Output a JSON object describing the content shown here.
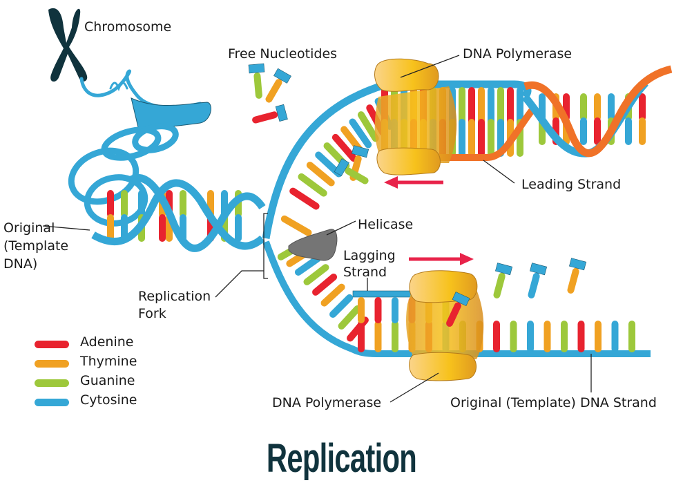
{
  "title": "Replication",
  "labels": {
    "chromosome": "Chromosome",
    "free_nucleotides": "Free Nucleotides",
    "dna_polymerase_top": "DNA Polymerase",
    "leading_strand": "Leading Strand",
    "original_template_dna": [
      "Original",
      "(Template",
      "DNA)"
    ],
    "helicase": "Helicase",
    "lagging_strand": [
      "Lagging",
      "Strand"
    ],
    "replication_fork": [
      "Replication",
      "Fork"
    ],
    "dna_polymerase_bottom": "DNA Polymerase",
    "original_template_strand": "Original (Template) DNA Strand"
  },
  "legend": [
    {
      "label": "Adenine",
      "color": "#e8232f"
    },
    {
      "label": "Thymine",
      "color": "#f0a122"
    },
    {
      "label": "Guanine",
      "color": "#9dc83b"
    },
    {
      "label": "Cytosine",
      "color": "#35a7d6"
    }
  ],
  "colors": {
    "backbone_blue": "#35a7d6",
    "new_strand_orange": "#f07228",
    "polymerase": "#f4b72a",
    "helicase": "#757575",
    "chromosome": "#10333d",
    "arrow": "#e8234a"
  },
  "lagging_template_bases": [
    "A",
    "T",
    "G",
    "T",
    "A",
    "C",
    "G",
    "T",
    "A",
    "G",
    "C",
    "T",
    "G",
    "A",
    "T",
    "C",
    "G"
  ],
  "leading_rungs": [
    "A",
    "G",
    "T",
    "A",
    "G",
    "C"
  ]
}
